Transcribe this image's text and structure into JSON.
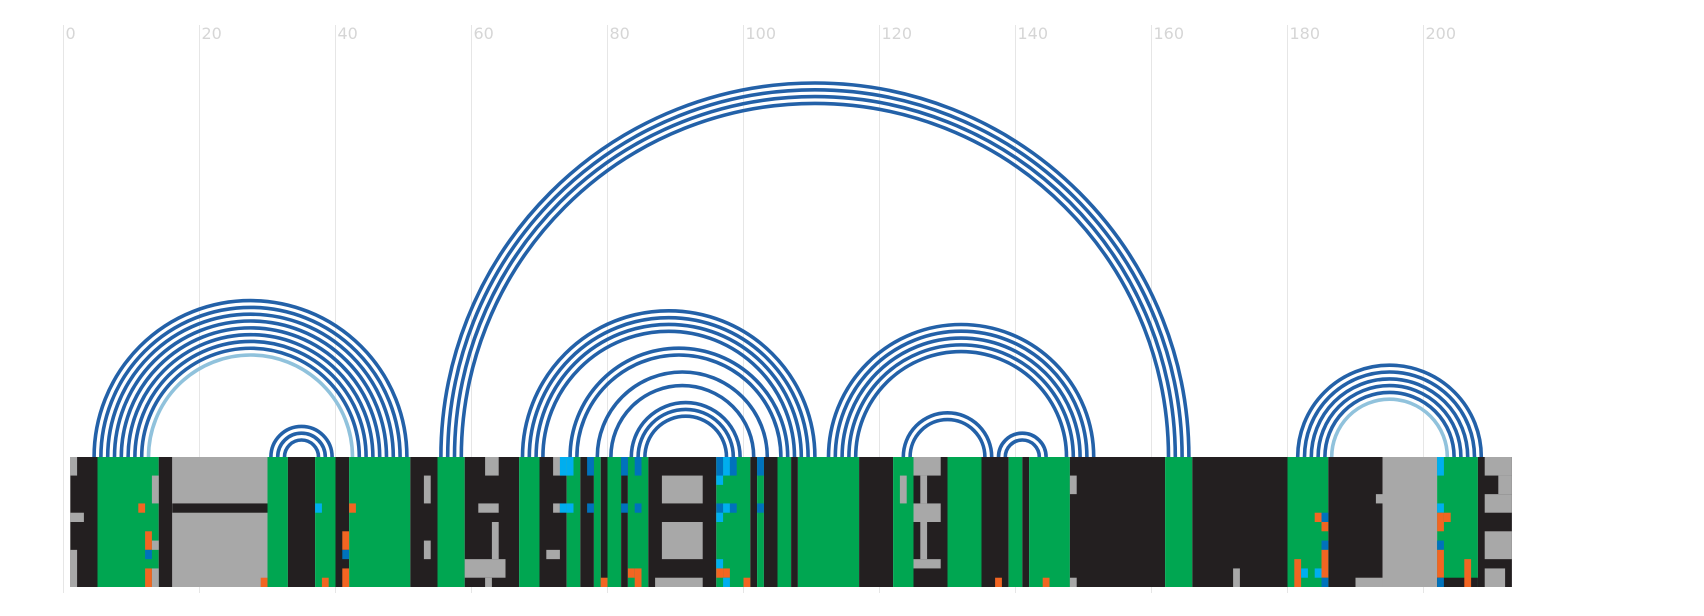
{
  "chart_data": {
    "type": "arc-diagram",
    "title": "",
    "xlabel": "",
    "ylabel": "",
    "xlim": [
      0,
      213
    ],
    "x_ticks": [
      0,
      20,
      40,
      60,
      80,
      100,
      120,
      140,
      160,
      180,
      200
    ],
    "grid": true,
    "colors": {
      "arc_dark": "#2361a8",
      "arc_light": "#90c2dc",
      "track_black": "#231f20",
      "track_green": "#00a651",
      "track_gray": "#a8a8a8",
      "mark_orange": "#f26522",
      "mark_cyan": "#00aeef",
      "mark_blue": "#0072bc",
      "grid": "#e6e6e6",
      "tick_label": "#d6d6d6"
    },
    "arc_groups": [
      {
        "left": [
          4,
          5,
          6,
          7,
          8,
          9,
          10,
          11,
          12
        ],
        "right": [
          50,
          49,
          48,
          47,
          46,
          45,
          44,
          43,
          42
        ],
        "light": [
          false,
          false,
          false,
          false,
          false,
          false,
          false,
          false,
          true
        ]
      },
      {
        "left": [
          30,
          31,
          32
        ],
        "right": [
          39,
          38,
          37
        ],
        "light": [
          false,
          false,
          false
        ]
      },
      {
        "left": [
          55,
          56,
          57,
          58
        ],
        "right": [
          165,
          164,
          163,
          162
        ],
        "light": [
          false,
          false,
          false,
          false
        ]
      },
      {
        "left": [
          67,
          68,
          69,
          70
        ],
        "right": [
          110,
          109,
          108,
          107
        ],
        "light": [
          false,
          false,
          false,
          false
        ]
      },
      {
        "left": [
          74,
          75
        ],
        "right": [
          106,
          105
        ],
        "light": [
          false,
          false
        ]
      },
      {
        "left": [
          78
        ],
        "right": [
          103
        ],
        "light": [
          false
        ]
      },
      {
        "left": [
          80
        ],
        "right": [
          101
        ],
        "light": [
          false
        ]
      },
      {
        "left": [
          83,
          84
        ],
        "right": [
          99,
          98
        ],
        "light": [
          false,
          false
        ]
      },
      {
        "left": [
          85
        ],
        "right": [
          97
        ],
        "light": [
          false
        ]
      },
      {
        "left": [
          112,
          113,
          114,
          115,
          116
        ],
        "right": [
          151,
          150,
          149,
          148,
          147
        ],
        "light": [
          false,
          false,
          false,
          false,
          false
        ]
      },
      {
        "left": [
          123,
          124
        ],
        "right": [
          136,
          135
        ],
        "light": [
          false,
          false
        ]
      },
      {
        "left": [
          137,
          138
        ],
        "right": [
          144,
          143
        ],
        "light": [
          false,
          false
        ]
      },
      {
        "left": [
          181,
          182,
          183,
          184,
          185,
          186
        ],
        "right": [
          208,
          207,
          206,
          205,
          204,
          203
        ],
        "light": [
          false,
          false,
          false,
          false,
          false,
          true
        ]
      }
    ],
    "track_segments": [
      {
        "start": 1,
        "end": 5,
        "color": "black"
      },
      {
        "start": 5,
        "end": 14,
        "color": "green"
      },
      {
        "start": 14,
        "end": 16,
        "color": "black"
      },
      {
        "start": 16,
        "end": 30,
        "color": "gray"
      },
      {
        "start": 30,
        "end": 33,
        "color": "green"
      },
      {
        "start": 33,
        "end": 37,
        "color": "black"
      },
      {
        "start": 37,
        "end": 40,
        "color": "green"
      },
      {
        "start": 40,
        "end": 42,
        "color": "black"
      },
      {
        "start": 42,
        "end": 51,
        "color": "green"
      },
      {
        "start": 51,
        "end": 55,
        "color": "black"
      },
      {
        "start": 55,
        "end": 59,
        "color": "green"
      },
      {
        "start": 59,
        "end": 67,
        "color": "black"
      },
      {
        "start": 67,
        "end": 70,
        "color": "green"
      },
      {
        "start": 70,
        "end": 74,
        "color": "black"
      },
      {
        "start": 74,
        "end": 76,
        "color": "green"
      },
      {
        "start": 76,
        "end": 78,
        "color": "black"
      },
      {
        "start": 78,
        "end": 79,
        "color": "green"
      },
      {
        "start": 79,
        "end": 80,
        "color": "black"
      },
      {
        "start": 80,
        "end": 82,
        "color": "green"
      },
      {
        "start": 82,
        "end": 83,
        "color": "black"
      },
      {
        "start": 83,
        "end": 86,
        "color": "green"
      },
      {
        "start": 86,
        "end": 96,
        "color": "black"
      },
      {
        "start": 96,
        "end": 101,
        "color": "green"
      },
      {
        "start": 101,
        "end": 102,
        "color": "black"
      },
      {
        "start": 102,
        "end": 103,
        "color": "green"
      },
      {
        "start": 103,
        "end": 105,
        "color": "black"
      },
      {
        "start": 105,
        "end": 107,
        "color": "green"
      },
      {
        "start": 107,
        "end": 108,
        "color": "black"
      },
      {
        "start": 108,
        "end": 117,
        "color": "green"
      },
      {
        "start": 117,
        "end": 122,
        "color": "black"
      },
      {
        "start": 122,
        "end": 125,
        "color": "green"
      },
      {
        "start": 125,
        "end": 130,
        "color": "black"
      },
      {
        "start": 130,
        "end": 135,
        "color": "green"
      },
      {
        "start": 135,
        "end": 139,
        "color": "black"
      },
      {
        "start": 139,
        "end": 141,
        "color": "green"
      },
      {
        "start": 141,
        "end": 142,
        "color": "black"
      },
      {
        "start": 142,
        "end": 148,
        "color": "green"
      },
      {
        "start": 148,
        "end": 162,
        "color": "black"
      },
      {
        "start": 162,
        "end": 166,
        "color": "green"
      },
      {
        "start": 166,
        "end": 180,
        "color": "black"
      },
      {
        "start": 180,
        "end": 186,
        "color": "green"
      },
      {
        "start": 186,
        "end": 194,
        "color": "black"
      },
      {
        "start": 194,
        "end": 202,
        "color": "gray"
      },
      {
        "start": 202,
        "end": 208,
        "color": "green"
      },
      {
        "start": 208,
        "end": 213,
        "color": "black"
      }
    ],
    "track_blocks": [
      {
        "x0": 1,
        "x1": 2,
        "r0": 0,
        "r1": 2,
        "color": "gray"
      },
      {
        "x0": 1,
        "x1": 3,
        "r0": 6,
        "r1": 7,
        "color": "gray"
      },
      {
        "x0": 1,
        "x1": 2,
        "r0": 10,
        "r1": 14,
        "color": "gray"
      },
      {
        "x0": 13,
        "x1": 14,
        "r0": 2,
        "r1": 5,
        "color": "gray"
      },
      {
        "x0": 13,
        "x1": 14,
        "r0": 9,
        "r1": 10,
        "color": "gray"
      },
      {
        "x0": 13,
        "x1": 14,
        "r0": 12,
        "r1": 14,
        "color": "gray"
      },
      {
        "x0": 16,
        "x1": 30,
        "r0": 5,
        "r1": 6,
        "color": "black"
      },
      {
        "x0": 53,
        "x1": 54,
        "r0": 2,
        "r1": 5,
        "color": "gray"
      },
      {
        "x0": 53,
        "x1": 54,
        "r0": 9,
        "r1": 11,
        "color": "gray"
      },
      {
        "x0": 62,
        "x1": 64,
        "r0": 0,
        "r1": 2,
        "color": "gray"
      },
      {
        "x0": 61,
        "x1": 64,
        "r0": 5,
        "r1": 6,
        "color": "gray"
      },
      {
        "x0": 63,
        "x1": 64,
        "r0": 7,
        "r1": 11,
        "color": "gray"
      },
      {
        "x0": 59,
        "x1": 65,
        "r0": 11,
        "r1": 13,
        "color": "gray"
      },
      {
        "x0": 62,
        "x1": 63,
        "r0": 13,
        "r1": 14,
        "color": "gray"
      },
      {
        "x0": 72,
        "x1": 74,
        "r0": 0,
        "r1": 2,
        "color": "gray"
      },
      {
        "x0": 72,
        "x1": 73,
        "r0": 5,
        "r1": 6,
        "color": "gray"
      },
      {
        "x0": 71,
        "x1": 73,
        "r0": 10,
        "r1": 11,
        "color": "gray"
      },
      {
        "x0": 88,
        "x1": 94,
        "r0": 2,
        "r1": 5,
        "color": "gray"
      },
      {
        "x0": 88,
        "x1": 94,
        "r0": 7,
        "r1": 11,
        "color": "gray"
      },
      {
        "x0": 87,
        "x1": 94,
        "r0": 13,
        "r1": 14,
        "color": "gray"
      },
      {
        "x0": 123,
        "x1": 124,
        "r0": 2,
        "r1": 5,
        "color": "gray"
      },
      {
        "x0": 125,
        "x1": 129,
        "r0": 0,
        "r1": 2,
        "color": "gray"
      },
      {
        "x0": 126,
        "x1": 127,
        "r0": 2,
        "r1": 5,
        "color": "gray"
      },
      {
        "x0": 125,
        "x1": 129,
        "r0": 5,
        "r1": 7,
        "color": "gray"
      },
      {
        "x0": 126,
        "x1": 127,
        "r0": 7,
        "r1": 11,
        "color": "gray"
      },
      {
        "x0": 125,
        "x1": 129,
        "r0": 11,
        "r1": 12,
        "color": "gray"
      },
      {
        "x0": 148,
        "x1": 149,
        "r0": 2,
        "r1": 4,
        "color": "gray"
      },
      {
        "x0": 148,
        "x1": 149,
        "r0": 13,
        "r1": 14,
        "color": "gray"
      },
      {
        "x0": 172,
        "x1": 173,
        "r0": 12,
        "r1": 14,
        "color": "gray"
      },
      {
        "x0": 193,
        "x1": 194,
        "r0": 4,
        "r1": 5,
        "color": "gray"
      },
      {
        "x0": 190,
        "x1": 194,
        "r0": 13,
        "r1": 14,
        "color": "gray"
      },
      {
        "x0": 202,
        "x1": 208,
        "r0": 13,
        "r1": 14,
        "color": "black"
      },
      {
        "x0": 209,
        "x1": 213,
        "r0": 0,
        "r1": 2,
        "color": "gray"
      },
      {
        "x0": 211,
        "x1": 213,
        "r0": 2,
        "r1": 4,
        "color": "gray"
      },
      {
        "x0": 209,
        "x1": 213,
        "r0": 4,
        "r1": 6,
        "color": "gray"
      },
      {
        "x0": 209,
        "x1": 213,
        "r0": 8,
        "r1": 11,
        "color": "gray"
      },
      {
        "x0": 209,
        "x1": 212,
        "r0": 12,
        "r1": 14,
        "color": "gray"
      }
    ],
    "track_marks": [
      {
        "x": 11,
        "r0": 5,
        "r1": 6,
        "color": "orange"
      },
      {
        "x": 12,
        "r0": 8,
        "r1": 10,
        "color": "orange"
      },
      {
        "x": 12,
        "r0": 10,
        "r1": 11,
        "color": "blue"
      },
      {
        "x": 12,
        "r0": 12,
        "r1": 14,
        "color": "orange"
      },
      {
        "x": 29,
        "r0": 13,
        "r1": 14,
        "color": "orange"
      },
      {
        "x": 37,
        "r0": 5,
        "r1": 6,
        "color": "cyan"
      },
      {
        "x": 38,
        "r0": 13,
        "r1": 14,
        "color": "orange"
      },
      {
        "x": 42,
        "r0": 5,
        "r1": 6,
        "color": "orange"
      },
      {
        "x": 41,
        "r0": 8,
        "r1": 10,
        "color": "orange"
      },
      {
        "x": 41,
        "r0": 10,
        "r1": 11,
        "color": "blue"
      },
      {
        "x": 41,
        "r0": 12,
        "r1": 14,
        "color": "orange"
      },
      {
        "x": 73,
        "r0": 0,
        "r1": 2,
        "color": "cyan"
      },
      {
        "x": 74,
        "r0": 0,
        "r1": 2,
        "color": "cyan"
      },
      {
        "x": 73,
        "r0": 5,
        "r1": 6,
        "color": "cyan"
      },
      {
        "x": 74,
        "r0": 5,
        "r1": 6,
        "color": "cyan"
      },
      {
        "x": 77,
        "r0": 0,
        "r1": 2,
        "color": "blue"
      },
      {
        "x": 77,
        "r0": 5,
        "r1": 6,
        "color": "blue"
      },
      {
        "x": 79,
        "r0": 13,
        "r1": 14,
        "color": "orange"
      },
      {
        "x": 82,
        "r0": 0,
        "r1": 2,
        "color": "blue"
      },
      {
        "x": 82,
        "r0": 5,
        "r1": 6,
        "color": "blue"
      },
      {
        "x": 84,
        "r0": 0,
        "r1": 2,
        "color": "blue"
      },
      {
        "x": 84,
        "r0": 5,
        "r1": 6,
        "color": "blue"
      },
      {
        "x": 83,
        "r0": 12,
        "r1": 13,
        "color": "orange"
      },
      {
        "x": 84,
        "r0": 12,
        "r1": 14,
        "color": "orange"
      },
      {
        "x": 96,
        "r0": 0,
        "r1": 2,
        "color": "blue"
      },
      {
        "x": 97,
        "r0": 0,
        "r1": 2,
        "color": "cyan"
      },
      {
        "x": 98,
        "r0": 0,
        "r1": 2,
        "color": "blue"
      },
      {
        "x": 96,
        "r0": 2,
        "r1": 3,
        "color": "cyan"
      },
      {
        "x": 96,
        "r0": 5,
        "r1": 6,
        "color": "blue"
      },
      {
        "x": 97,
        "r0": 5,
        "r1": 6,
        "color": "cyan"
      },
      {
        "x": 98,
        "r0": 5,
        "r1": 6,
        "color": "blue"
      },
      {
        "x": 96,
        "r0": 6,
        "r1": 7,
        "color": "cyan"
      },
      {
        "x": 96,
        "r0": 11,
        "r1": 12,
        "color": "cyan"
      },
      {
        "x": 96,
        "r0": 12,
        "r1": 13,
        "color": "orange"
      },
      {
        "x": 97,
        "r0": 12,
        "r1": 13,
        "color": "orange"
      },
      {
        "x": 97,
        "r0": 13,
        "r1": 14,
        "color": "cyan"
      },
      {
        "x": 100,
        "r0": 13,
        "r1": 14,
        "color": "orange"
      },
      {
        "x": 102,
        "r0": 0,
        "r1": 2,
        "color": "blue"
      },
      {
        "x": 102,
        "r0": 5,
        "r1": 6,
        "color": "blue"
      },
      {
        "x": 137,
        "r0": 13,
        "r1": 14,
        "color": "orange"
      },
      {
        "x": 144,
        "r0": 13,
        "r1": 14,
        "color": "orange"
      },
      {
        "x": 181,
        "r0": 11,
        "r1": 14,
        "color": "orange"
      },
      {
        "x": 182,
        "r0": 12,
        "r1": 13,
        "color": "cyan"
      },
      {
        "x": 184,
        "r0": 12,
        "r1": 13,
        "color": "cyan"
      },
      {
        "x": 184,
        "r0": 6,
        "r1": 7,
        "color": "orange"
      },
      {
        "x": 185,
        "r0": 6,
        "r1": 7,
        "color": "blue"
      },
      {
        "x": 185,
        "r0": 7,
        "r1": 8,
        "color": "orange"
      },
      {
        "x": 185,
        "r0": 9,
        "r1": 10,
        "color": "blue"
      },
      {
        "x": 185,
        "r0": 10,
        "r1": 13,
        "color": "orange"
      },
      {
        "x": 185,
        "r0": 13,
        "r1": 14,
        "color": "blue"
      },
      {
        "x": 202,
        "r0": 0,
        "r1": 2,
        "color": "cyan"
      },
      {
        "x": 202,
        "r0": 5,
        "r1": 6,
        "color": "cyan"
      },
      {
        "x": 202,
        "r0": 6,
        "r1": 7,
        "color": "orange"
      },
      {
        "x": 203,
        "r0": 6,
        "r1": 7,
        "color": "orange"
      },
      {
        "x": 202,
        "r0": 7,
        "r1": 8,
        "color": "orange"
      },
      {
        "x": 202,
        "r0": 9,
        "r1": 10,
        "color": "blue"
      },
      {
        "x": 202,
        "r0": 10,
        "r1": 13,
        "color": "orange"
      },
      {
        "x": 202,
        "r0": 13,
        "r1": 14,
        "color": "blue"
      },
      {
        "x": 206,
        "r0": 11,
        "r1": 14,
        "color": "orange"
      }
    ]
  }
}
